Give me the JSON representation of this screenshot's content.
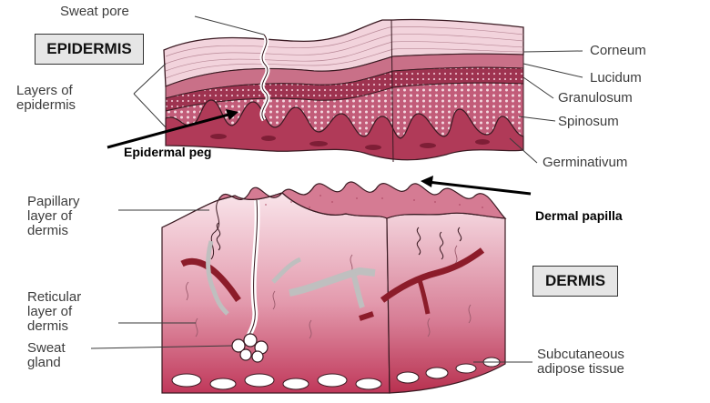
{
  "sections": {
    "epidermis_title": "EPIDERMIS",
    "dermis_title": "DERMIS"
  },
  "labels": {
    "sweat_pore": "Sweat pore",
    "layers_of_epidermis": "Layers of\nepidermis",
    "corneum": "Corneum",
    "lucidum": "Lucidum",
    "granulosum": "Granulosum",
    "spinosum": "Spinosum",
    "germinativum": "Germinativum",
    "epidermal_peg": "Epidermal peg",
    "dermal_papilla": "Dermal papilla",
    "papillary_layer": "Papillary\nlayer of\ndermis",
    "reticular_layer": "Reticular\nlayer of\ndermis",
    "sweat_gland": "Sweat\ngland",
    "subcutaneous": "Subcutaneous\nadipose tissue"
  },
  "colors": {
    "corneum": "#f2d3dc",
    "lucidum": "#c97088",
    "granulosum": "#b24a66",
    "spinosum": "#c25c79",
    "basal": "#a8324f",
    "dermis_top": "#f7dde5",
    "dermis_bottom": "#c0385a",
    "vessel": "#8c1c2a",
    "outline": "#3a1a22"
  }
}
